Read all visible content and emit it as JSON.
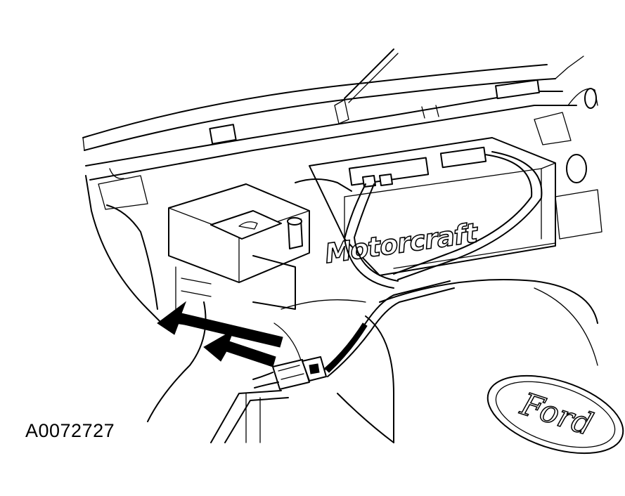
{
  "figure": {
    "id_label": "A0072727"
  },
  "battery": {
    "brand_label": "Motorcraft"
  },
  "emblem": {
    "label": "Ford"
  },
  "colors": {
    "ink": "#000000",
    "paper": "#ffffff"
  }
}
